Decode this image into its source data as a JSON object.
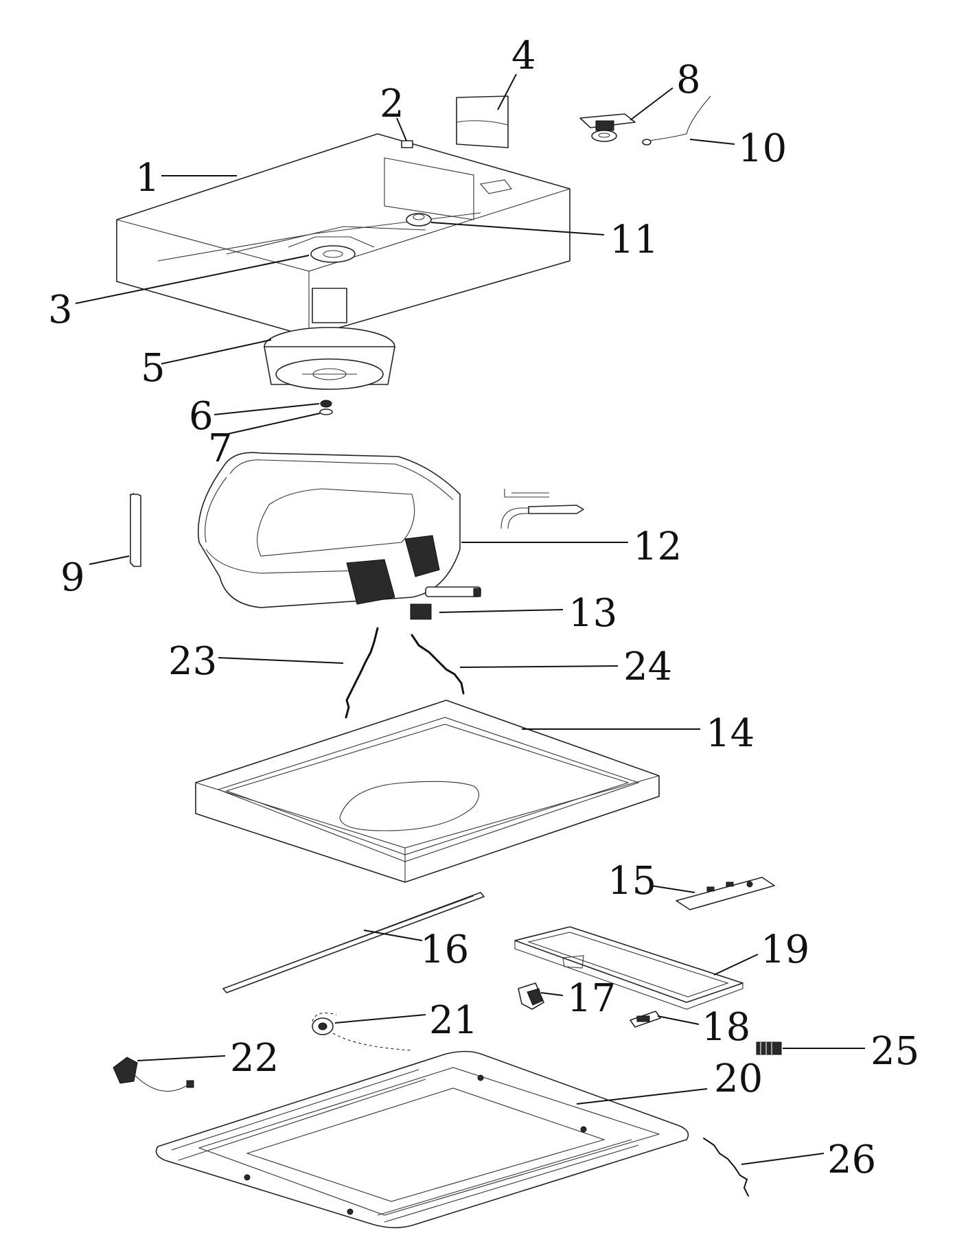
{
  "callouts": [
    {
      "id": "1",
      "label": "1"
    },
    {
      "id": "2",
      "label": "2"
    },
    {
      "id": "3",
      "label": "3"
    },
    {
      "id": "4",
      "label": "4"
    },
    {
      "id": "5",
      "label": "5"
    },
    {
      "id": "6",
      "label": "6"
    },
    {
      "id": "7",
      "label": "7"
    },
    {
      "id": "8",
      "label": "8"
    },
    {
      "id": "9",
      "label": "9"
    },
    {
      "id": "10",
      "label": "10"
    },
    {
      "id": "11",
      "label": "11"
    },
    {
      "id": "12",
      "label": "12"
    },
    {
      "id": "13",
      "label": "13"
    },
    {
      "id": "14",
      "label": "14"
    },
    {
      "id": "15",
      "label": "15"
    },
    {
      "id": "16",
      "label": "16"
    },
    {
      "id": "17",
      "label": "17"
    },
    {
      "id": "18",
      "label": "18"
    },
    {
      "id": "19",
      "label": "19"
    },
    {
      "id": "20",
      "label": "20"
    },
    {
      "id": "21",
      "label": "21"
    },
    {
      "id": "22",
      "label": "22"
    },
    {
      "id": "23",
      "label": "23"
    },
    {
      "id": "24",
      "label": "24"
    },
    {
      "id": "25",
      "label": "25"
    },
    {
      "id": "26",
      "label": "26"
    }
  ]
}
